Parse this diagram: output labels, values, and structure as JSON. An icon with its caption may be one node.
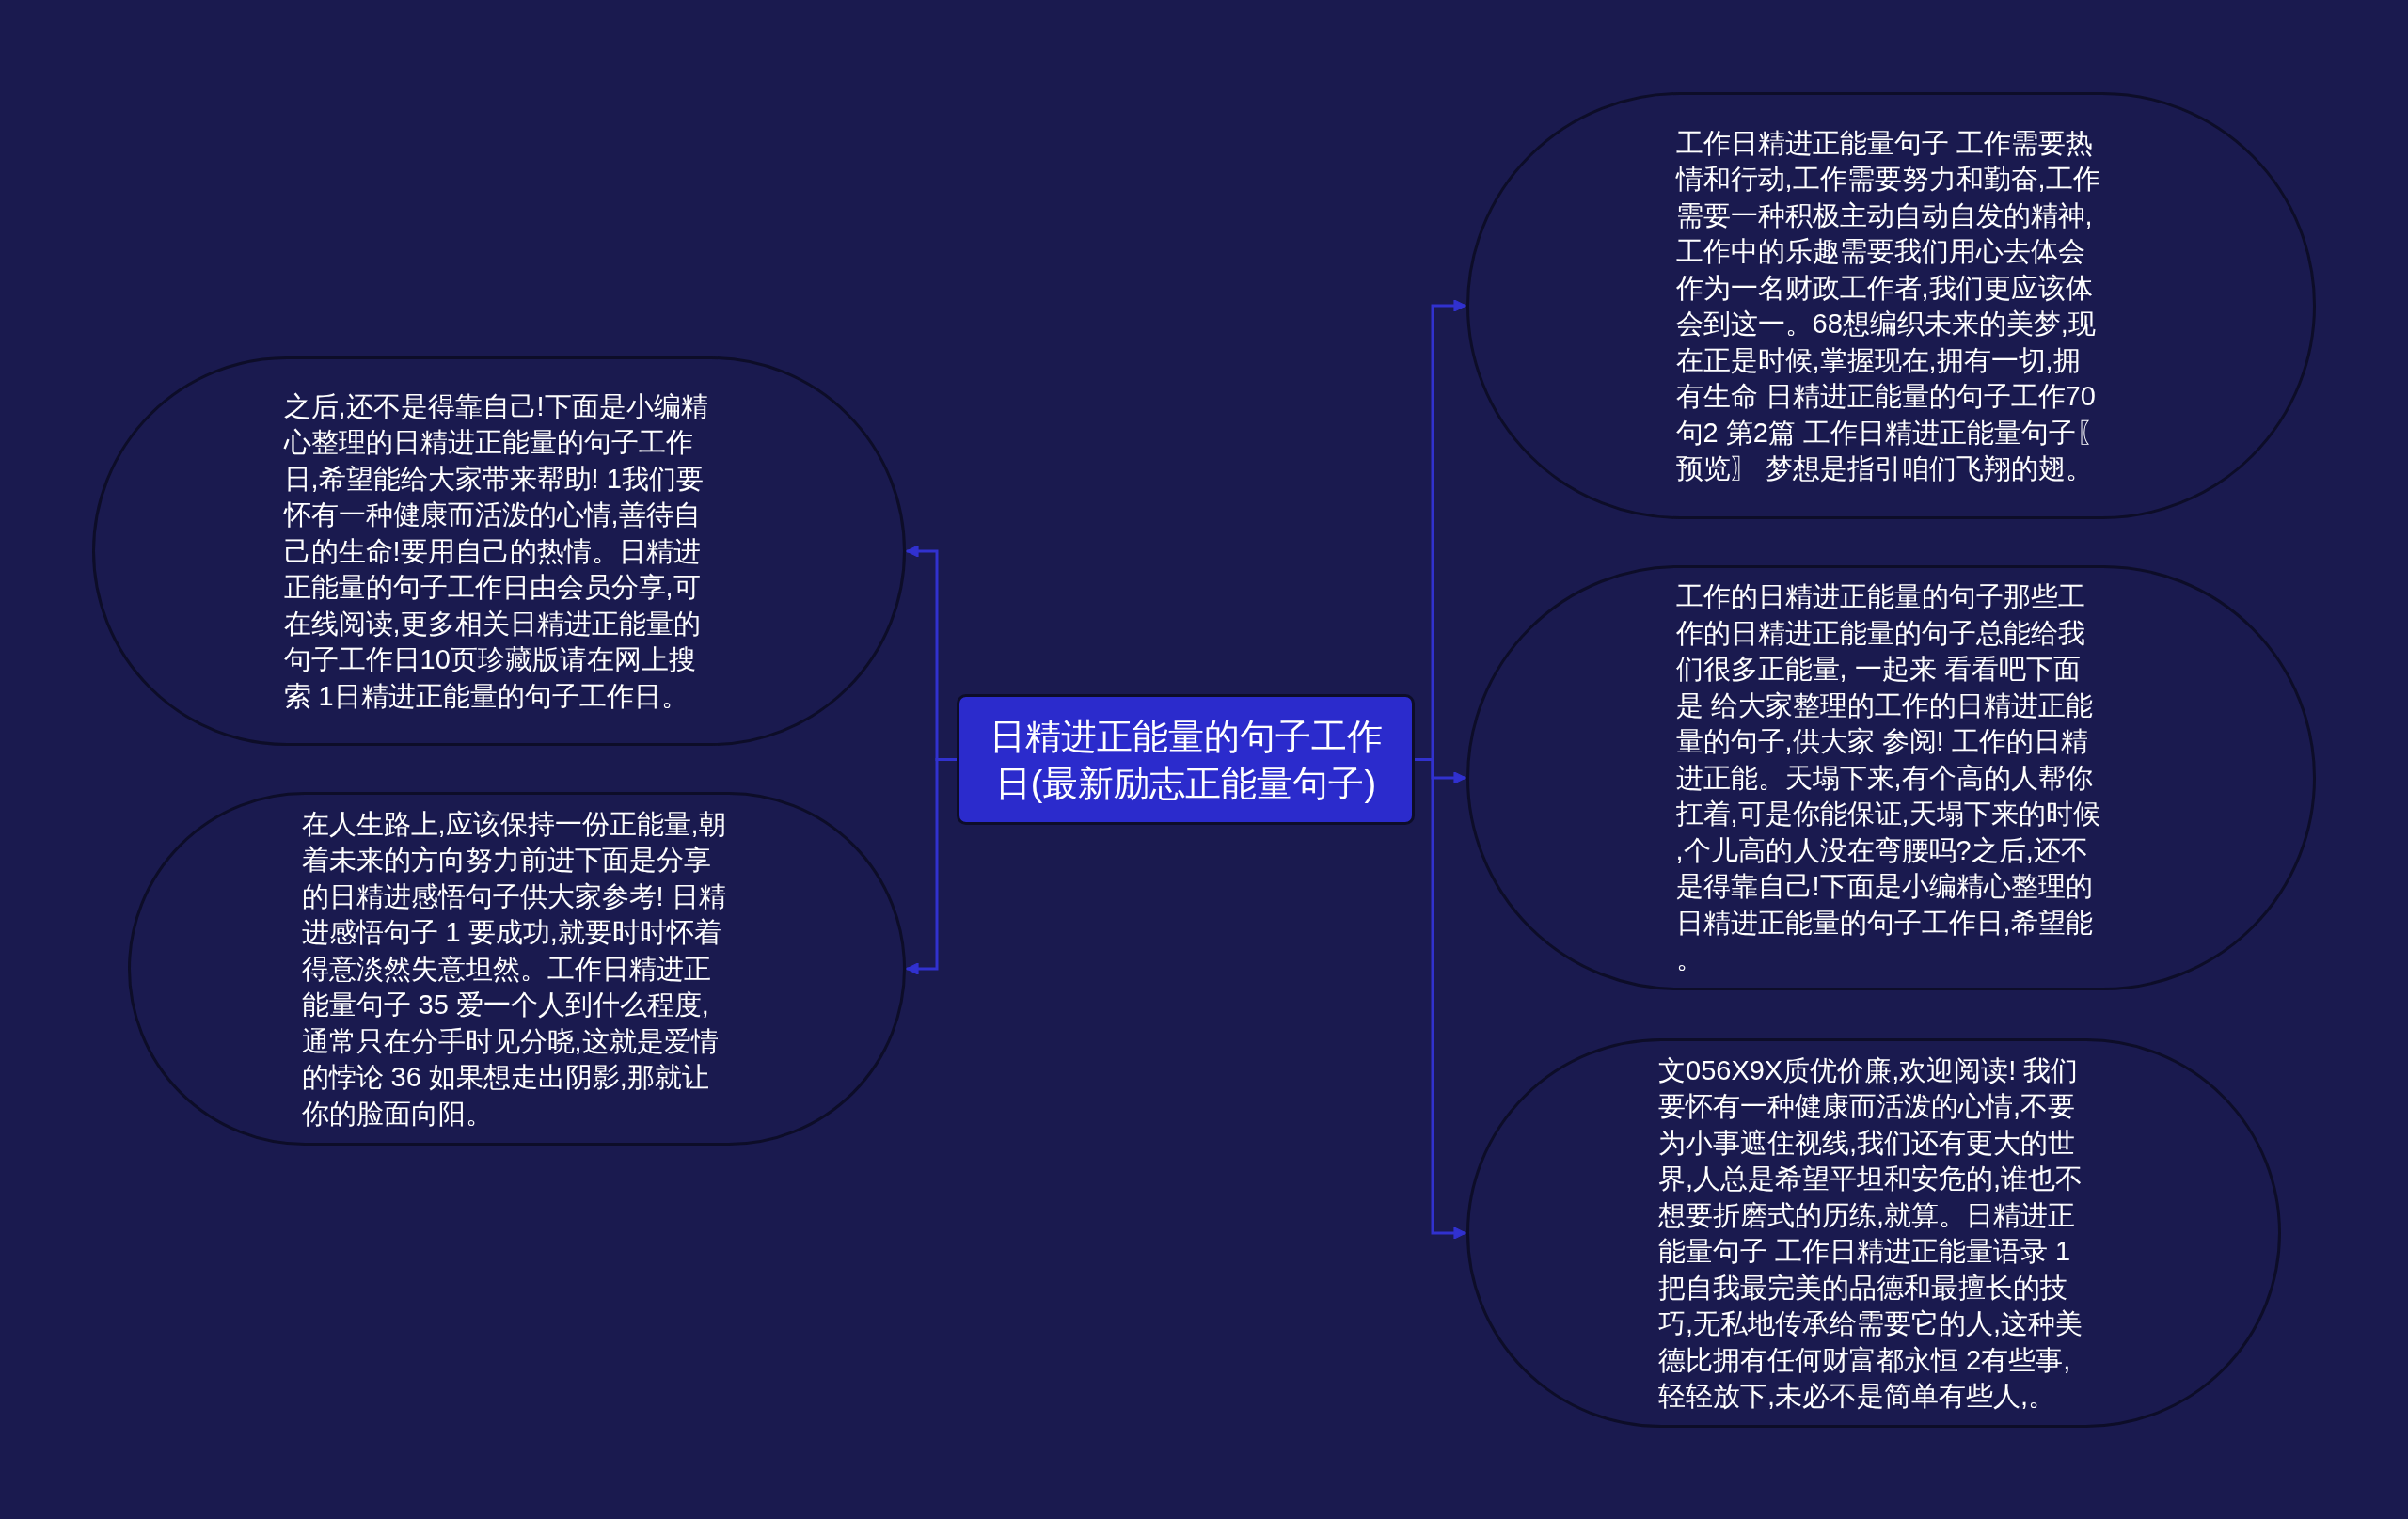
{
  "diagram": {
    "nodes": [
      {
        "text": [
          "日精进正能量的句子工作日(最新励志正能量句子)"
        ]
      },
      {
        "text": [
          "之后,还不是得靠自己!下面是小编精心整理的日精进正能量的句子工作日,希望能给大家带来帮助! 1我们要怀有一种健康而活泼的心情,善待自己的生命!要用自己的热情。日精进正能量的句子工作日由会员分享,可在线阅读,更多相关日精进正能量的句子工作日10页珍藏版请在网上搜索 1日精进正能量的句子工作日。"
        ]
      },
      {
        "text": [
          "在人生路上,应该保持一份正能量,朝着未来的方向努力前进下面是分享的日精进感悟句子供大家参考! 日精进感悟句子 1 要成功,就要时时怀着得意淡然失意坦然。工作日精进正能量句子 35 爱一个人到什么程度,通常只在分手时见分晓,这就是爱情的悖论 36 如果想走出阴影,那就让你的脸面向阳。"
        ]
      },
      {
        "text": [
          "工作日精进正能量句子 工作需要热情和行动,工作需要努力和勤奋,工作需要一种积极主动自动自发的精神,工作中的乐趣需要我们用心去体会作为一名财政工作者,我们更应该体会到这一。68想编织未来的美梦,现在正是时候,掌握现在,拥有一切,拥有生命 日精进正能量的句子工作70句2 第2篇 工作日精进正能量句子〖预览〗 梦想是指引咱们飞翔的翅。"
        ]
      },
      {
        "text": [
          "工作的日精进正能量的句子那些工作的日精进正能量的句子总能给我们很多正能量, 一起来 看看吧下面是 给大家整理的工作的日精进正能量的句子,供大家 参阅! 工作的日精进正能。天塌下来,有个高的人帮你扛着,可是你能保证,天塌下来的时候,个儿高的人没在弯腰吗?之后,还不是得靠自己!下面是小编精心整理的日精进正能量的句子工作日,希望能。"
        ]
      },
      {
        "text": [
          "文056X9X质优价廉,欢迎阅读! 我们要怀有一种健康而活泼的心情,不要为小事遮住视线,我们还有更大的世界,人总是希望平坦和安危的,谁也不想要折磨式的历练,就算。日精进正能量句子 工作日精进正能量语录 1把自我最完美的品德和最擅长的技巧,无私地传承给需要它的人,这种美德比拥有任何财富都永恒 2有些事,轻轻放下,未必不是简单有些人,。"
        ]
      }
    ],
    "edges": [
      {
        "from": 0,
        "to": 1,
        "arrow": "to"
      },
      {
        "from": 0,
        "to": 2,
        "arrow": "to"
      },
      {
        "from": 0,
        "to": 3,
        "arrow": "to"
      },
      {
        "from": 0,
        "to": 4,
        "arrow": "to"
      },
      {
        "from": 0,
        "to": 5,
        "arrow": "to"
      }
    ]
  }
}
